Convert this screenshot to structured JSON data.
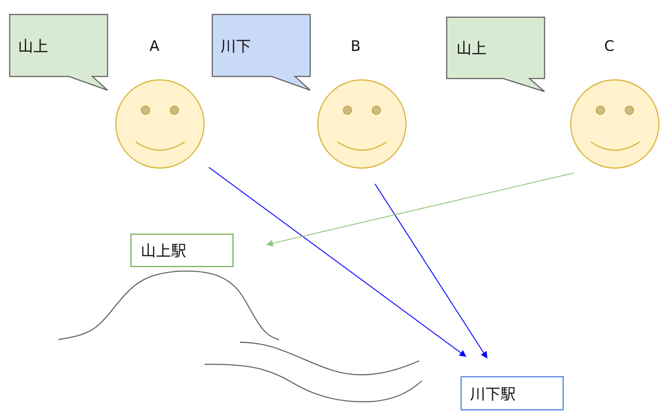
{
  "people": [
    {
      "id": "A",
      "label": "A",
      "says": "山上",
      "bubble_color": "#d9ead3",
      "bubble_stroke": "#595959"
    },
    {
      "id": "B",
      "label": "B",
      "says": "川下",
      "bubble_color": "#c9daf8",
      "bubble_stroke": "#595959"
    },
    {
      "id": "C",
      "label": "C",
      "says": "山上",
      "bubble_color": "#d9ead3",
      "bubble_stroke": "#595959"
    }
  ],
  "stations": {
    "yamagami": {
      "label": "山上駅",
      "border_color": "#6aa84f"
    },
    "kawashimo": {
      "label": "川下駅",
      "border_color": "#3c78d8"
    }
  },
  "arrows": [
    {
      "from": "A",
      "to": "川下駅",
      "color": "#0000ff"
    },
    {
      "from": "B",
      "to": "川下駅",
      "color": "#0000ff"
    },
    {
      "from": "C",
      "to": "山上駅",
      "color": "#93c47d"
    }
  ],
  "colors": {
    "face_fill": "#fff2cc",
    "face_stroke": "#d6ae2f",
    "eye_fill": "#cdbb84",
    "eye_stroke": "#b7942a",
    "terrain_stroke": "#555555"
  }
}
